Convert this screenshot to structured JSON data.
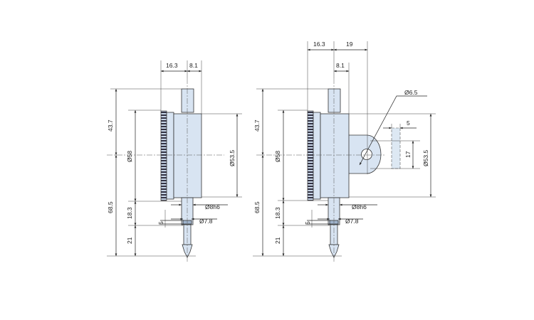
{
  "left_view": {
    "width_left": "16.3",
    "width_right": "8.1",
    "height_top": "43.7",
    "height_bottom": "68.5",
    "bezel_diameter": "Ø58",
    "body_diameter": "Ø53.5",
    "stem_length": "18.3",
    "tip_length": "21",
    "groove_width": "5",
    "stem_diameter": "Ø8h6",
    "groove_diameter": "Ø7.8"
  },
  "right_view": {
    "width_left": "16.3",
    "lug_offset": "19",
    "width_right": "8.1",
    "hole_diameter": "Ø6.5",
    "lug_thickness": "5",
    "lug_width": "17",
    "height_top": "43.7",
    "height_bottom": "68.5",
    "bezel_diameter": "Ø58",
    "body_diameter": "Ø53.5",
    "stem_length": "18.3",
    "tip_length": "21",
    "groove_width": "5",
    "stem_diameter": "Ø8h6",
    "groove_diameter": "Ø7.8"
  },
  "colors": {
    "body": "#d8e4f2",
    "line": "#222222"
  }
}
